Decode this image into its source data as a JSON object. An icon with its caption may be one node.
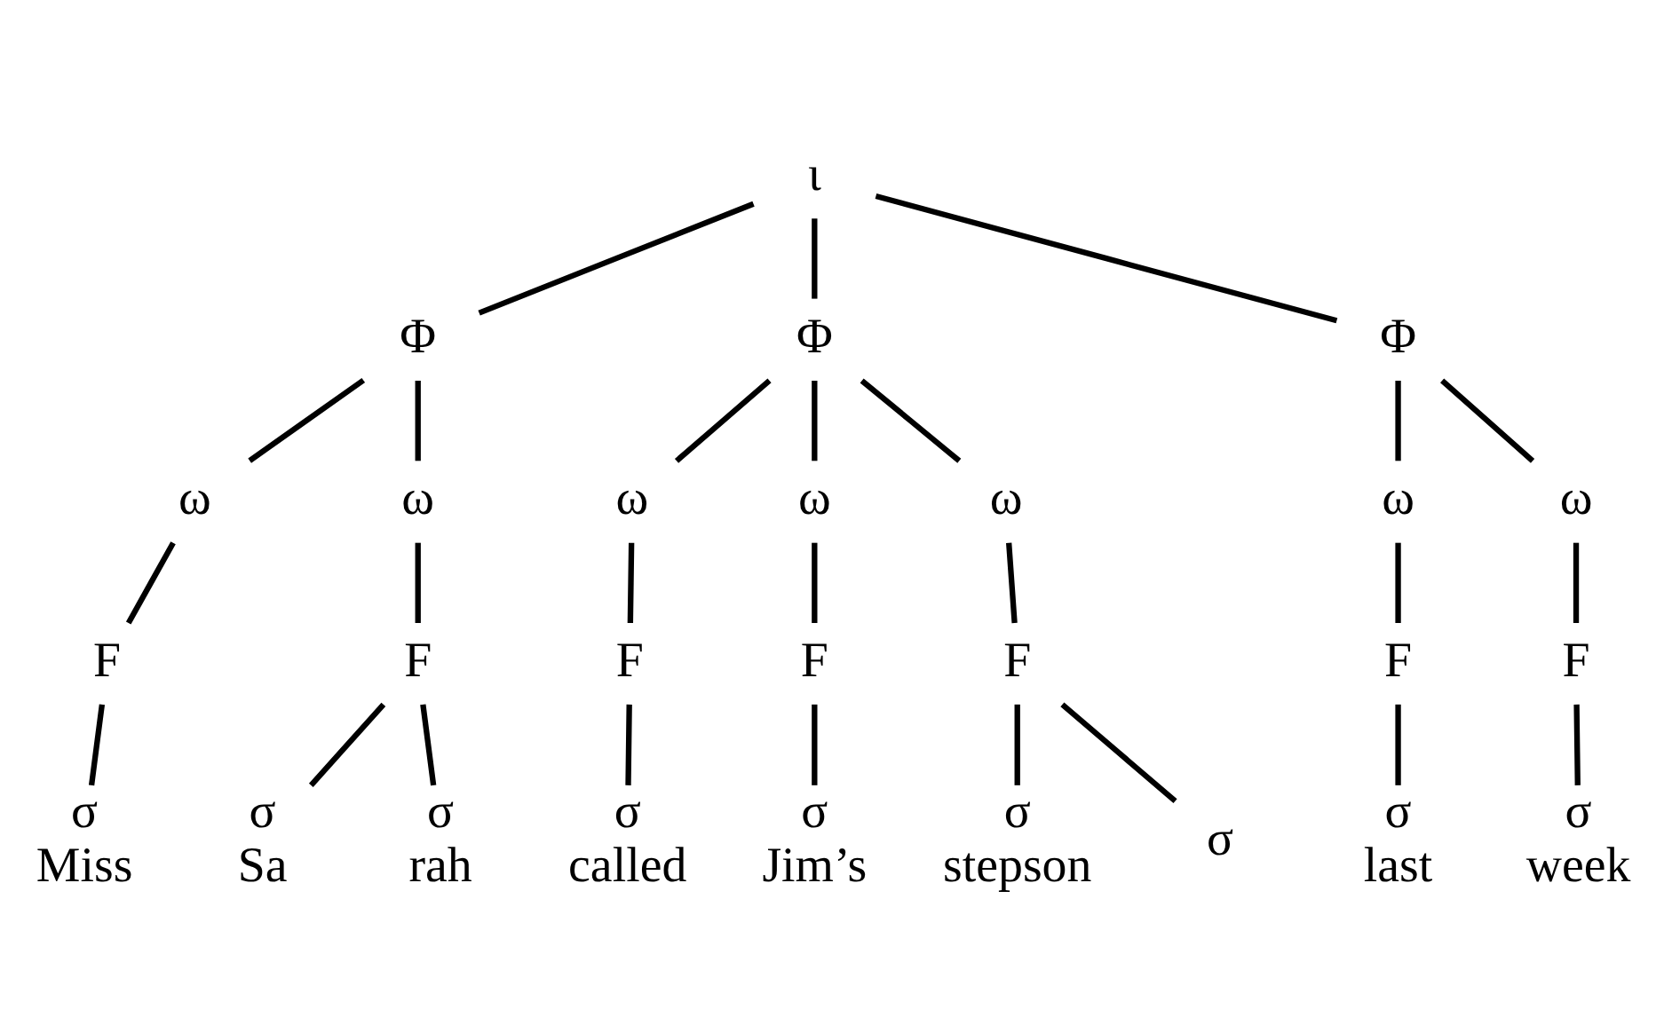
{
  "diagram": {
    "nodes": [
      {
        "text": [
          "ι"
        ]
      },
      {
        "text": [
          "Φ"
        ]
      },
      {
        "text": [
          "Φ"
        ]
      },
      {
        "text": [
          "Φ"
        ]
      },
      {
        "text": [
          "ω"
        ]
      },
      {
        "text": [
          "ω"
        ]
      },
      {
        "text": [
          "ω"
        ]
      },
      {
        "text": [
          "ω"
        ]
      },
      {
        "text": [
          "ω"
        ]
      },
      {
        "text": [
          "ω"
        ]
      },
      {
        "text": [
          "ω"
        ]
      },
      {
        "text": [
          "F"
        ]
      },
      {
        "text": [
          "F"
        ]
      },
      {
        "text": [
          "F"
        ]
      },
      {
        "text": [
          "F"
        ]
      },
      {
        "text": [
          "F"
        ]
      },
      {
        "text": [
          "F"
        ]
      },
      {
        "text": [
          "F"
        ]
      },
      {
        "text": [
          "σ"
        ],
        "beside": [
          "Miss"
        ]
      },
      {
        "text": [
          "σ"
        ],
        "beside": [
          "Sa"
        ]
      },
      {
        "text": [
          "σ"
        ],
        "beside": [
          "rah"
        ]
      },
      {
        "text": [
          "σ"
        ],
        "beside": [
          "called"
        ]
      },
      {
        "text": [
          "σ"
        ],
        "beside": [
          "Jim’s"
        ]
      },
      {
        "text": [
          "σ"
        ],
        "beside": [
          "stepson"
        ]
      },
      {
        "text": [
          "σ"
        ]
      },
      {
        "text": [
          "σ"
        ],
        "beside": [
          "last"
        ]
      },
      {
        "text": [
          "σ"
        ],
        "beside": [
          "week"
        ]
      }
    ],
    "edges": [
      {
        "from": 0,
        "to": 1,
        "arrow": "none"
      },
      {
        "from": 0,
        "to": 2,
        "arrow": "none"
      },
      {
        "from": 0,
        "to": 3,
        "arrow": "none"
      },
      {
        "from": 1,
        "to": 4,
        "arrow": "none"
      },
      {
        "from": 1,
        "to": 5,
        "arrow": "none"
      },
      {
        "from": 2,
        "to": 6,
        "arrow": "none"
      },
      {
        "from": 2,
        "to": 7,
        "arrow": "none"
      },
      {
        "from": 2,
        "to": 8,
        "arrow": "none"
      },
      {
        "from": 3,
        "to": 9,
        "arrow": "none"
      },
      {
        "from": 3,
        "to": 10,
        "arrow": "none"
      },
      {
        "from": 4,
        "to": 11,
        "arrow": "none"
      },
      {
        "from": 5,
        "to": 12,
        "arrow": "none"
      },
      {
        "from": 6,
        "to": 13,
        "arrow": "none"
      },
      {
        "from": 7,
        "to": 14,
        "arrow": "none"
      },
      {
        "from": 8,
        "to": 15,
        "arrow": "none"
      },
      {
        "from": 9,
        "to": 16,
        "arrow": "none"
      },
      {
        "from": 10,
        "to": 17,
        "arrow": "none"
      },
      {
        "from": 11,
        "to": 18,
        "arrow": "none"
      },
      {
        "from": 12,
        "to": 19,
        "arrow": "none"
      },
      {
        "from": 12,
        "to": 20,
        "arrow": "none"
      },
      {
        "from": 13,
        "to": 21,
        "arrow": "none"
      },
      {
        "from": 14,
        "to": 22,
        "arrow": "none"
      },
      {
        "from": 15,
        "to": 23,
        "arrow": "none"
      },
      {
        "from": 15,
        "to": 24,
        "arrow": "none"
      },
      {
        "from": 16,
        "to": 25,
        "arrow": "none"
      },
      {
        "from": 17,
        "to": 26,
        "arrow": "none"
      }
    ]
  }
}
